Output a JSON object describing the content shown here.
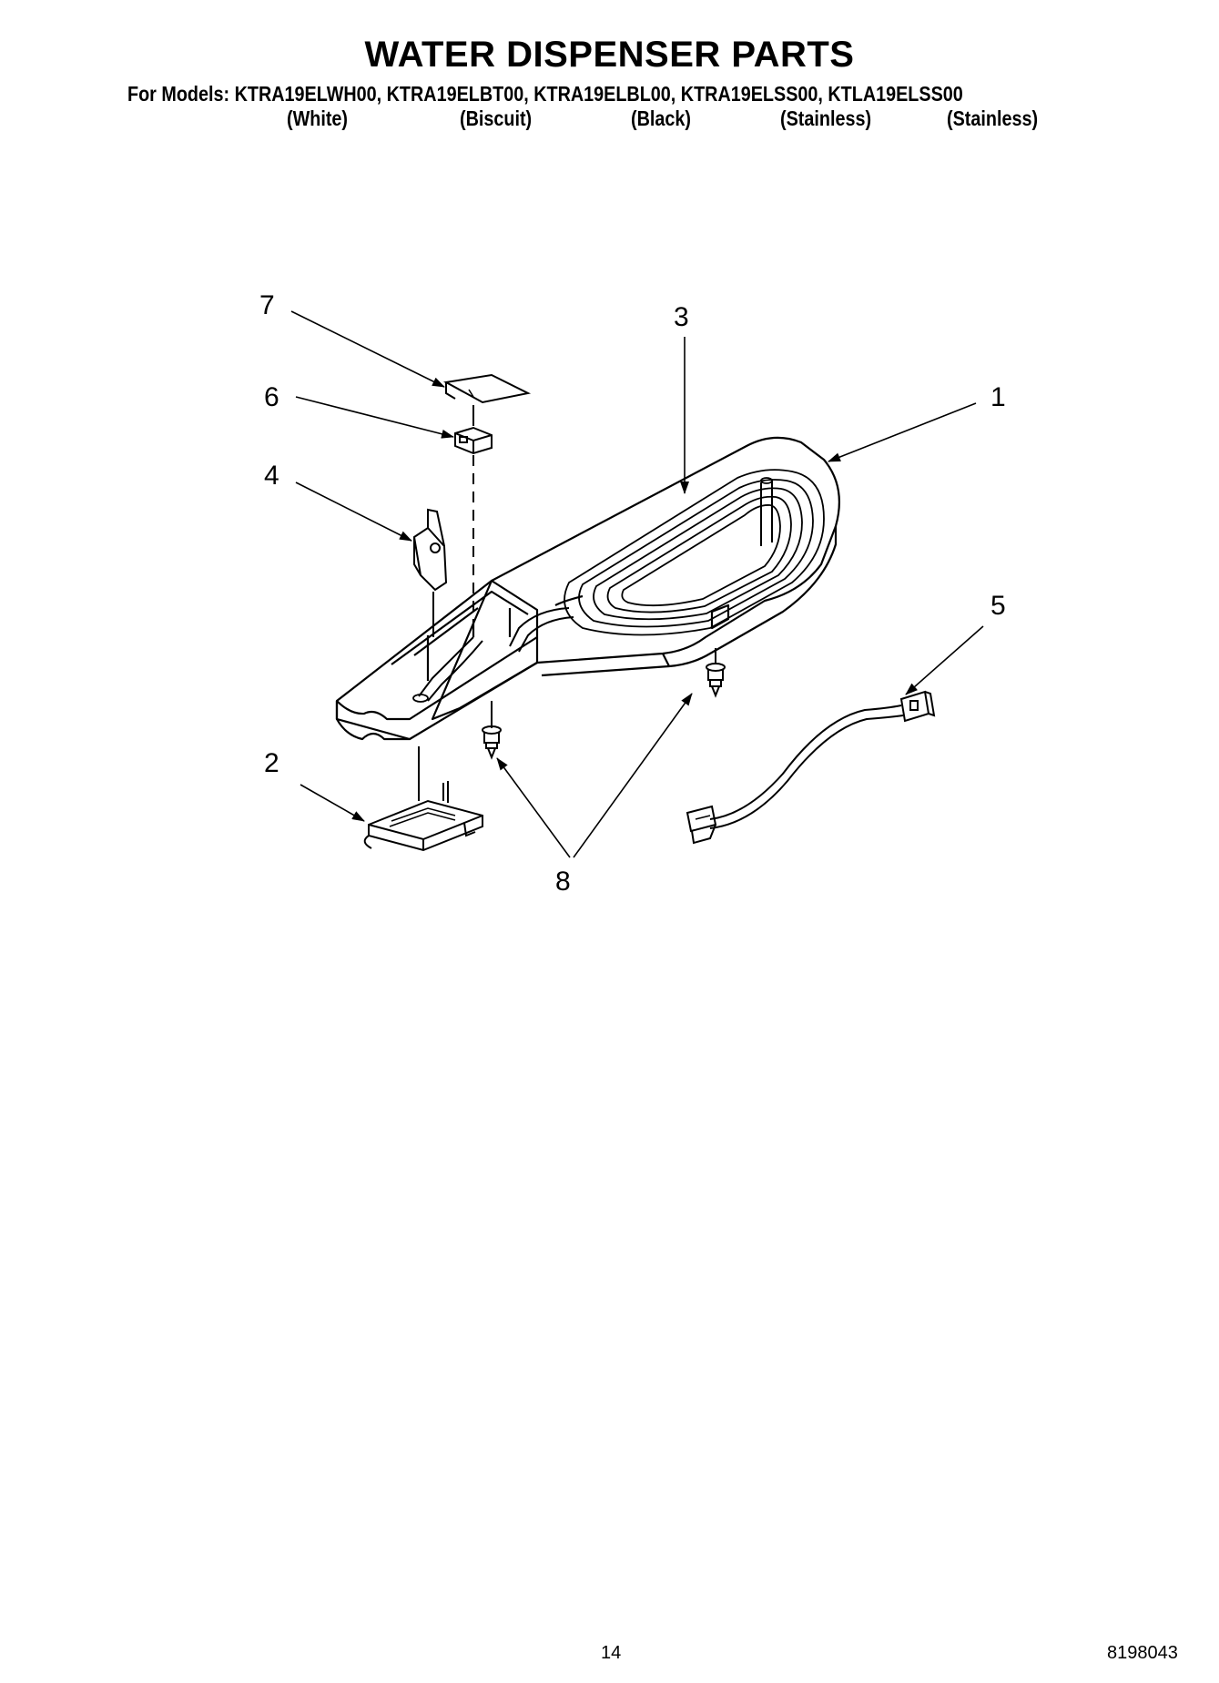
{
  "header": {
    "title": "WATER DISPENSER PARTS",
    "models_line": "For Models: KTRA19ELWH00, KTRA19ELBT00, KTRA19ELBL00, KTRA19ELSS00, KTLA19ELSS00",
    "colors": [
      "(White)",
      "(Biscuit)",
      "(Black)",
      "(Stainless)",
      "(Stainless)"
    ]
  },
  "diagram": {
    "callouts": [
      "1",
      "2",
      "3",
      "4",
      "5",
      "6",
      "7",
      "8"
    ]
  },
  "footer": {
    "page_number": "14",
    "doc_number": "8198043"
  }
}
